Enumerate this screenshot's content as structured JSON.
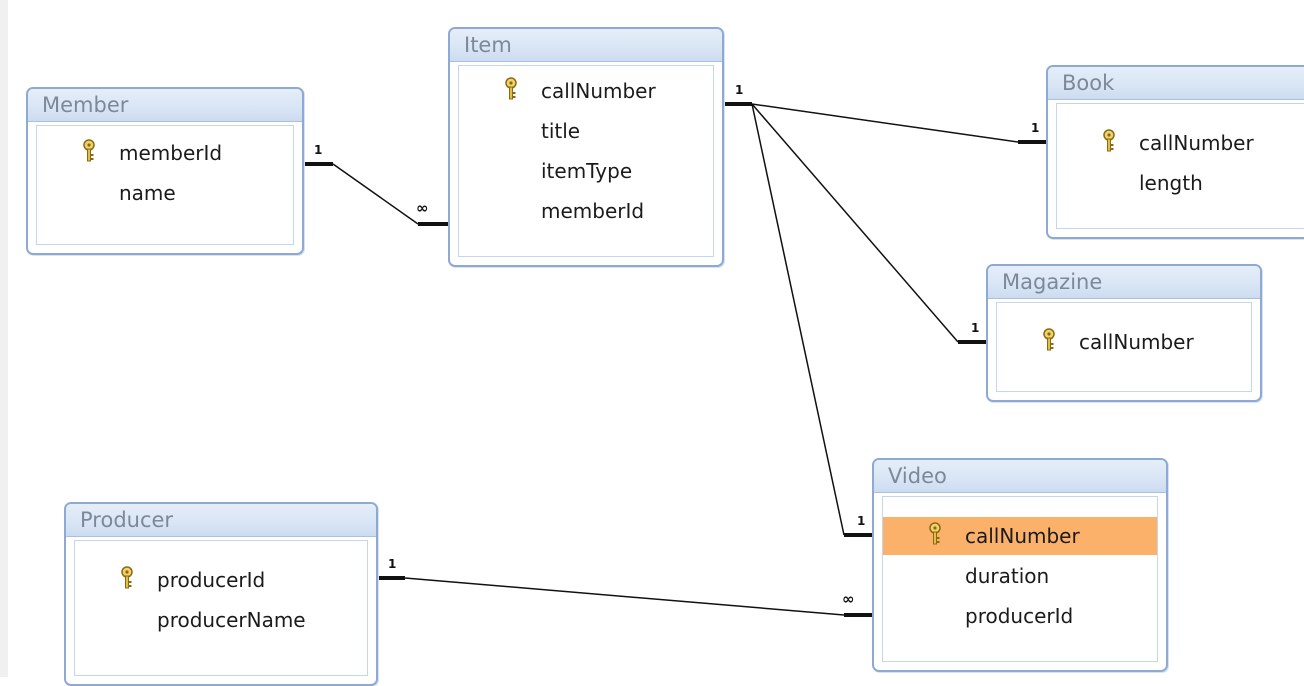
{
  "tables": {
    "member": {
      "title": "Member",
      "fields": [
        {
          "name": "memberId",
          "pk": true
        },
        {
          "name": "name",
          "pk": false
        }
      ]
    },
    "item": {
      "title": "Item",
      "fields": [
        {
          "name": "callNumber",
          "pk": true
        },
        {
          "name": "title",
          "pk": false
        },
        {
          "name": "itemType",
          "pk": false
        },
        {
          "name": "memberId",
          "pk": false
        }
      ]
    },
    "book": {
      "title": "Book",
      "fields": [
        {
          "name": "callNumber",
          "pk": true
        },
        {
          "name": "length",
          "pk": false
        }
      ]
    },
    "magazine": {
      "title": "Magazine",
      "fields": [
        {
          "name": "callNumber",
          "pk": true
        }
      ]
    },
    "video": {
      "title": "Video",
      "fields": [
        {
          "name": "callNumber",
          "pk": true,
          "selected": true
        },
        {
          "name": "duration",
          "pk": false
        },
        {
          "name": "producerId",
          "pk": false
        }
      ]
    },
    "producer": {
      "title": "Producer",
      "fields": [
        {
          "name": "producerId",
          "pk": true
        },
        {
          "name": "producerName",
          "pk": false
        }
      ]
    }
  },
  "relationships": [
    {
      "from": "Member.memberId",
      "to": "Item.memberId",
      "from_card": "1",
      "to_card": "∞"
    },
    {
      "from": "Item.callNumber",
      "to": "Book.callNumber",
      "from_card": "1",
      "to_card": "1"
    },
    {
      "from": "Item.callNumber",
      "to": "Magazine.callNumber",
      "from_card": "1",
      "to_card": "1"
    },
    {
      "from": "Item.callNumber",
      "to": "Video.callNumber",
      "from_card": "1",
      "to_card": "1"
    },
    {
      "from": "Producer.producerId",
      "to": "Video.producerId",
      "from_card": "1",
      "to_card": "∞"
    }
  ],
  "icons": {
    "primary_key": "key-icon"
  },
  "colors": {
    "selected_row": "#fbb169",
    "table_border": "#8eaad4",
    "title_text": "#7d8899"
  }
}
